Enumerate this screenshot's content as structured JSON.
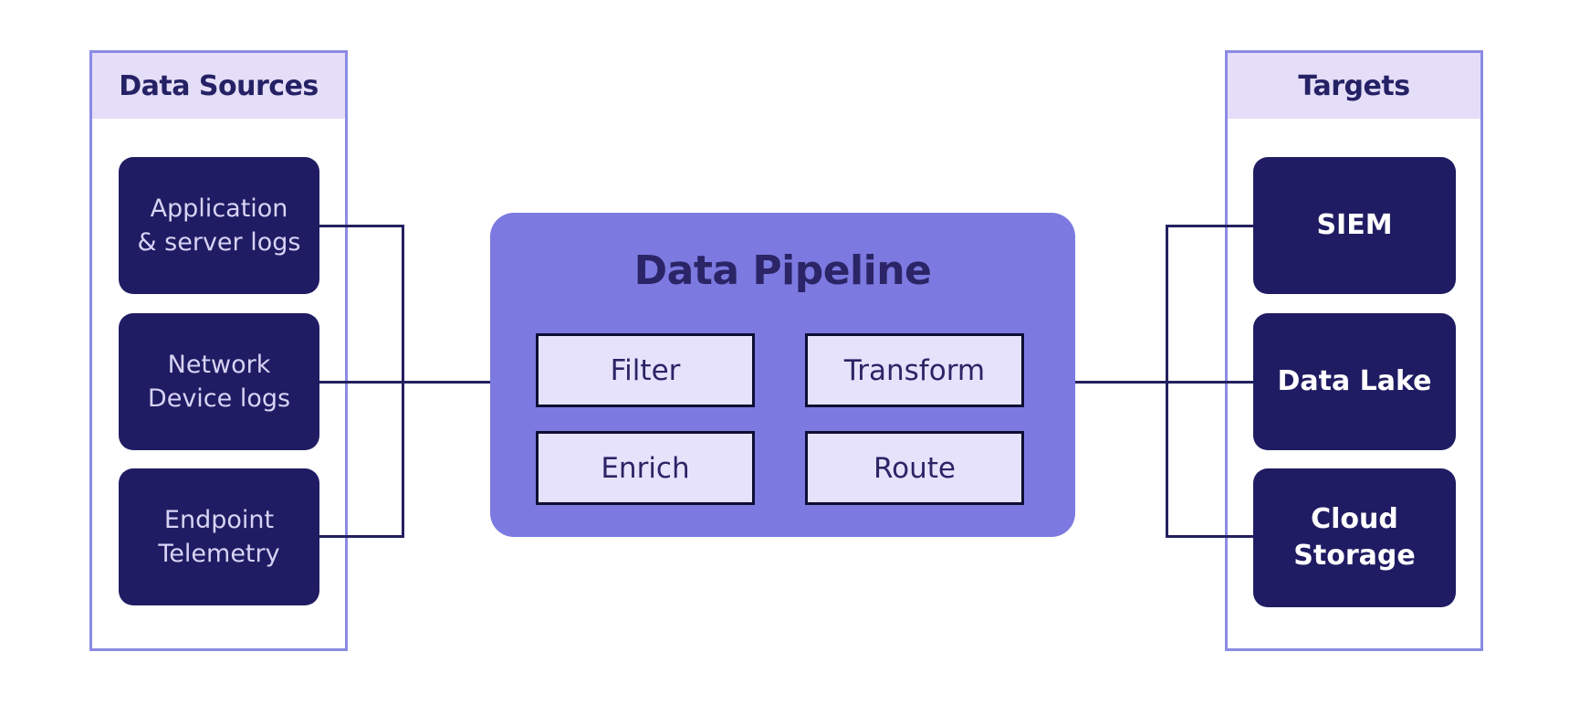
{
  "colors": {
    "background": "#ffffff",
    "navy_box": "#201c63",
    "panel_border": "#8b8be4",
    "panel_header_fill": "#e4def8",
    "heading_text": "#252165",
    "pipeline_fill": "#7c7ae0",
    "stage_fill": "#e6e2fb",
    "stage_border": "#0e0e33",
    "stage_text": "#2b2466",
    "source_box_text": "#d8d3f5",
    "target_box_text": "#ffffff",
    "connector": "#23205f"
  },
  "sources": {
    "title": "Data Sources",
    "items": [
      {
        "lines": [
          "Application",
          "& server logs"
        ]
      },
      {
        "lines": [
          "Network",
          "Device logs"
        ]
      },
      {
        "lines": [
          "Endpoint",
          "Telemetry"
        ]
      }
    ]
  },
  "pipeline": {
    "title": "Data Pipeline",
    "stages": [
      "Filter",
      "Transform",
      "Enrich",
      "Route"
    ]
  },
  "targets": {
    "title": "Targets",
    "items": [
      {
        "lines": [
          "SIEM"
        ]
      },
      {
        "lines": [
          "Data Lake"
        ]
      },
      {
        "lines": [
          "Cloud",
          "Storage"
        ]
      }
    ]
  }
}
